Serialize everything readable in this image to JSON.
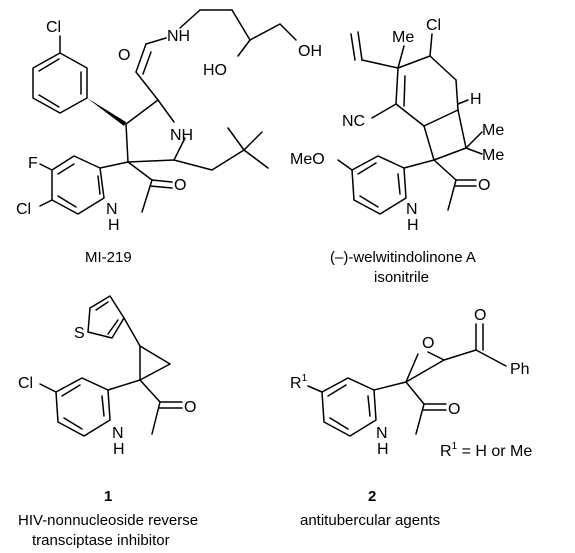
{
  "compounds": {
    "mi219": {
      "caption": "MI-219",
      "atoms": {
        "cl": "Cl",
        "nh_amide": "NH",
        "o_carbonyl": "O",
        "ho": "HO",
        "oh": "OH",
        "nh_ring": "NH",
        "f": "F",
        "cl2": "Cl",
        "o_lactam": "O",
        "n": "N",
        "h": "H"
      }
    },
    "welwitindolinone": {
      "caption_line1": "(–)-welwitindolinone A",
      "caption_line2": "isonitrile",
      "atoms": {
        "me_top": "Me",
        "cl": "Cl",
        "h": "H",
        "nc": "NC",
        "me_right1": "Me",
        "me_right2": "Me",
        "meo": "MeO",
        "o_lactam": "O",
        "n": "N",
        "h_n": "H"
      }
    },
    "compound1": {
      "number": "1",
      "caption_line1": "HIV-nonnucleoside reverse",
      "caption_line2": "transciptase inhibitor",
      "atoms": {
        "s": "S",
        "cl": "Cl",
        "o_lactam": "O",
        "n": "N",
        "h": "H"
      }
    },
    "compound2": {
      "number": "2",
      "caption": "antitubercular agents",
      "r_label": "R",
      "r_sup": "1",
      "r_def_label": "R",
      "r_def_sup": "1",
      "r_def_rest": " = H or Me",
      "atoms": {
        "o_epoxide": "O",
        "o_ketone": "O",
        "ph": "Ph",
        "o_lactam": "O",
        "n": "N",
        "h": "H"
      }
    }
  }
}
